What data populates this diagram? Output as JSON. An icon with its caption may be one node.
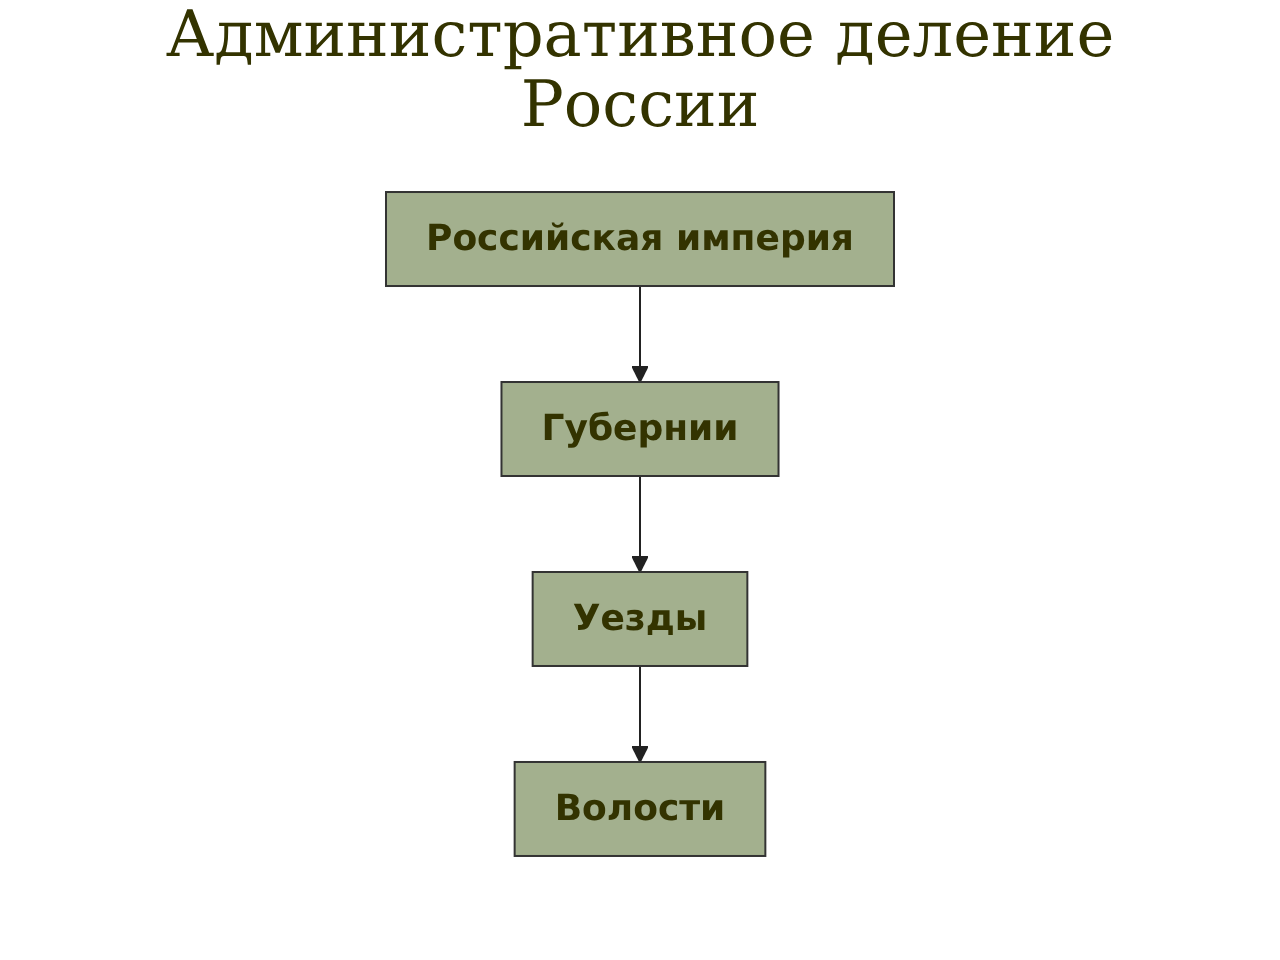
{
  "diagram": {
    "title": "Административное деление России",
    "nodes": [
      {
        "text": [
          "Российская империя"
        ]
      },
      {
        "text": [
          "Губернии"
        ]
      },
      {
        "text": [
          "Уезды"
        ]
      },
      {
        "text": [
          "Волости"
        ]
      }
    ],
    "edges": [
      {
        "from": 0,
        "to": 1,
        "arrow": "to"
      },
      {
        "from": 1,
        "to": 2,
        "arrow": "to"
      },
      {
        "from": 2,
        "to": 3,
        "arrow": "to"
      }
    ]
  }
}
